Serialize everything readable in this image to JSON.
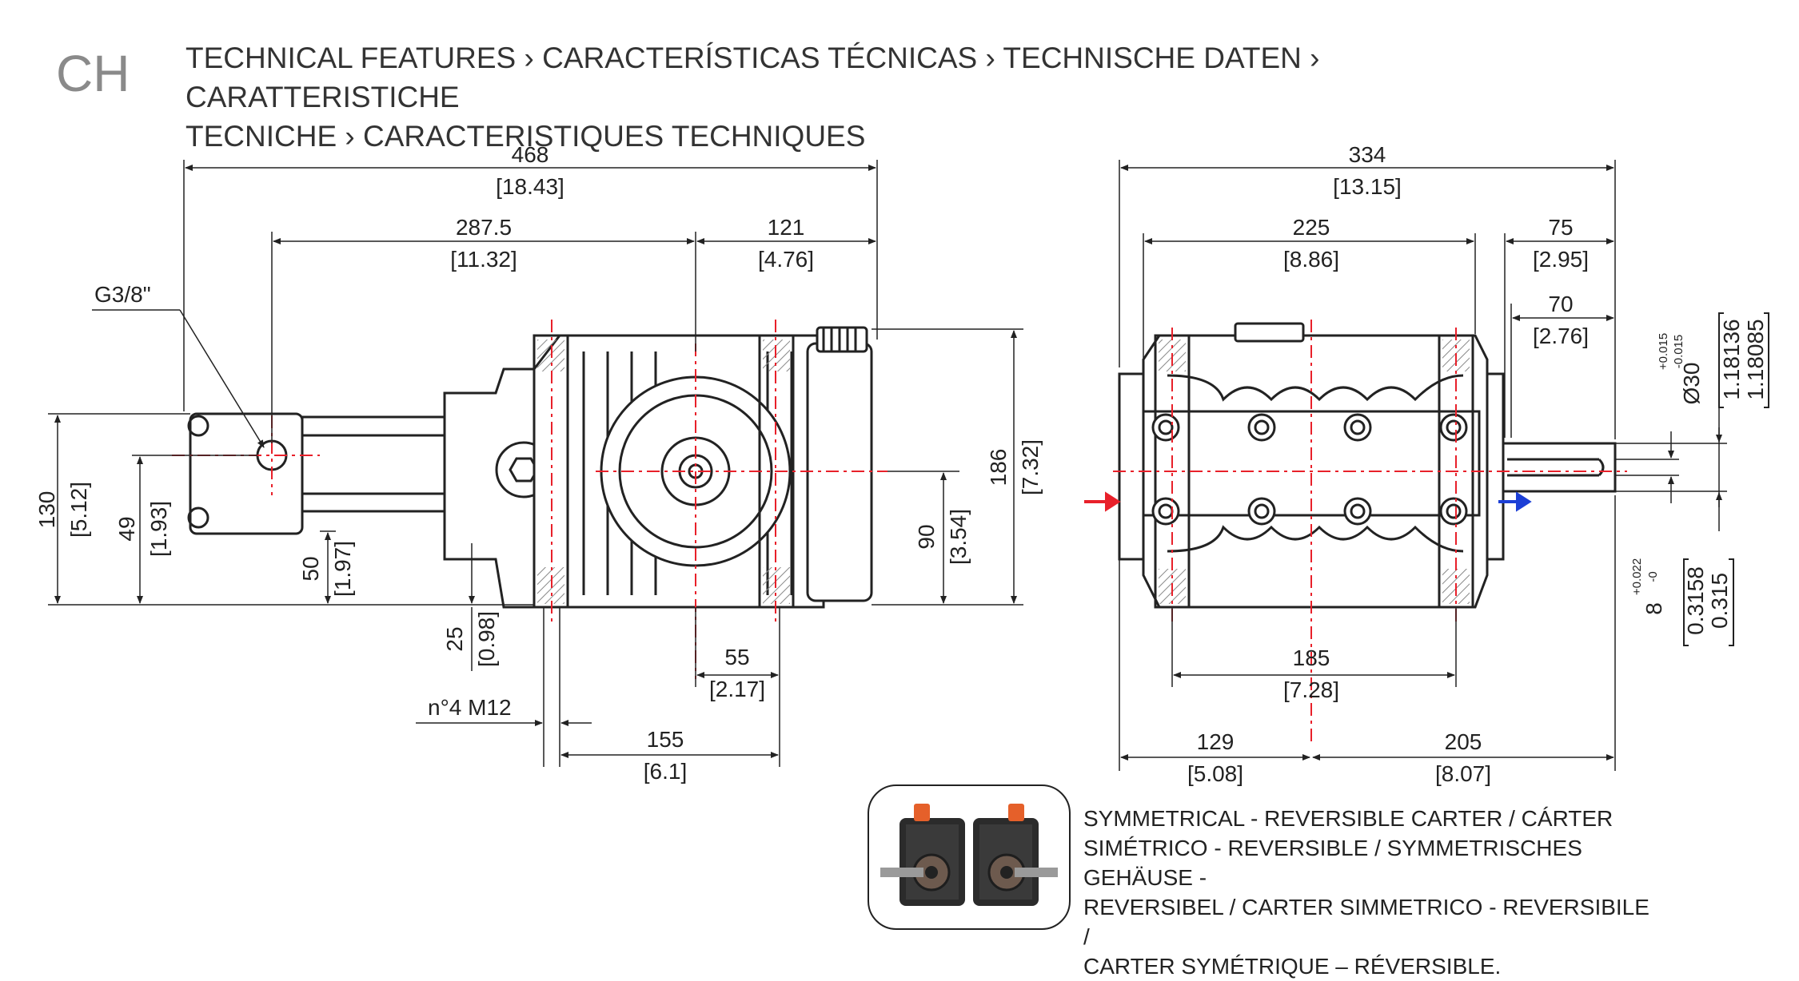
{
  "header": {
    "series_code": "CH",
    "title_line1": "TECHNICAL FEATURES › CARACTERÍSTICAS TÉCNICAS › TECHNISCHE DATEN ›  CARATTERISTICHE",
    "title_line2": "TECNICHE › CARACTERISTIQUES TECHNIQUES"
  },
  "side_view": {
    "overall_length": "468",
    "overall_length_in": "[18.43]",
    "inlet_to_shaft": "287.5",
    "inlet_to_shaft_in": "[11.32]",
    "shaft_to_end": "121",
    "shaft_to_end_in": "[4.76]",
    "inlet_thread": "G3/8\"",
    "height": "186",
    "height_in": "[7.32]",
    "manifold_height": "130",
    "manifold_height_in": "[5.12]",
    "inlet_height": "49",
    "inlet_height_in": "[1.93]",
    "manifold_base": "50",
    "manifold_base_in": "[1.97]",
    "shaft_height": "90",
    "shaft_height_in": "[3.54]",
    "base_offset": "25",
    "base_offset_in": "[0.98]",
    "shaft_to_bolt": "55",
    "shaft_to_bolt_in": "[2.17]",
    "bolts": "n°4 M12",
    "bolt_spacing": "155",
    "bolt_spacing_in": "[6.1]"
  },
  "front_view": {
    "overall_width": "334",
    "overall_width_in": "[13.15]",
    "body_width": "225",
    "body_width_in": "[8.86]",
    "shaft_length": "75",
    "shaft_length_in": "[2.95]",
    "key_length": "70",
    "key_length_in": "[2.76]",
    "shaft_diameter": "Ø30",
    "shaft_tol_upper": "+0.015",
    "shaft_tol_lower": "-0.015",
    "shaft_dia_in_1": "1.18136",
    "shaft_dia_in_2": "1.18085",
    "key_width": "8",
    "key_tol_upper": "+0.022",
    "key_tol_lower": "-0",
    "key_width_in_1": "0.3158",
    "key_width_in_2": "0.315",
    "bolt_spacing": "185",
    "bolt_spacing_in": "[7.28]",
    "left_to_center": "129",
    "left_to_center_in": "[5.08]",
    "center_to_right": "205",
    "center_to_right_in": "[8.07]"
  },
  "colors": {
    "inlet_arrow": "#e8202a",
    "outlet_arrow": "#1c3fd6",
    "centerline": "#e8202a"
  },
  "caption": {
    "line1": "SYMMETRICAL - REVERSIBLE CARTER / CÁRTER",
    "line2": "SIMÉTRICO - REVERSIBLE / SYMMETRISCHES GEHÄUSE -",
    "line3": "REVERSIBEL / CARTER SIMMETRICO - REVERSIBILE /",
    "line4": "CARTER SYMÉTRIQUE – RÉVERSIBLE."
  }
}
